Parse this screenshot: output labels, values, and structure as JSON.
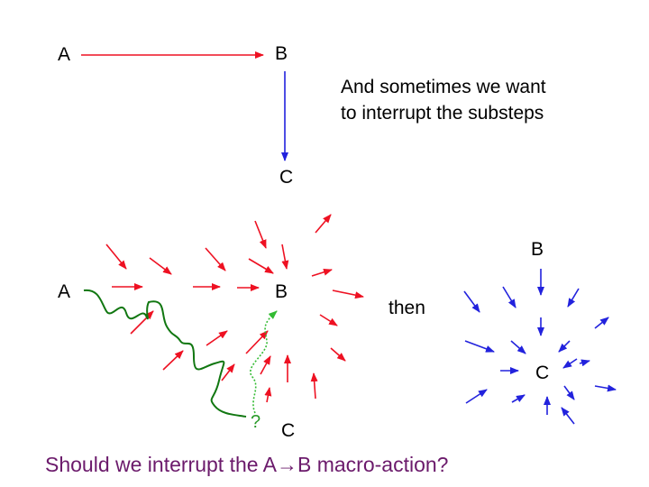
{
  "top": {
    "node_a": "A",
    "node_b": "B",
    "node_c": "C",
    "note_line1": "And sometimes we want",
    "note_line2": "to interrupt the substeps"
  },
  "left": {
    "node_a": "A",
    "node_b": "B",
    "node_c": "C",
    "question_mark": "?"
  },
  "right": {
    "then_label": "then",
    "node_b": "B",
    "node_c": "C"
  },
  "question": "Should we interrupt the A→B macro-action?",
  "colors": {
    "red": "#ee1122",
    "blue": "#2222dd",
    "green": "#117711",
    "light_green": "#33bb33",
    "purple": "#6b1a6b"
  }
}
